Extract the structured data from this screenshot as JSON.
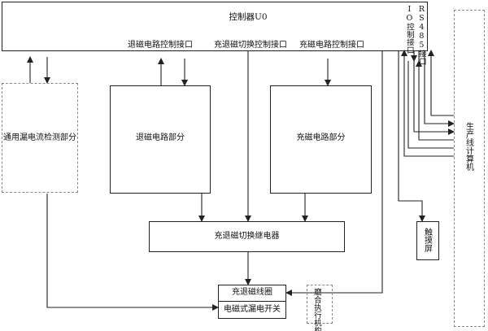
{
  "controller": {
    "title": "控制器U0",
    "ports": {
      "demag_ctrl": "退磁电路控制接口",
      "switch_ctrl": "充退磁切换控制接口",
      "mag_ctrl": "充磁电路控制接口",
      "io_ctrl": "IO控制接口",
      "rs485": "RS485接口"
    }
  },
  "blocks": {
    "leak_detect": "通用漏电流检测部分",
    "demag_circuit": "退磁电路部分",
    "mag_circuit": "充磁电路部分",
    "relay": "充退磁切换继电器",
    "coil": "充退磁线圈",
    "breaker": "电磁式漏电开关",
    "actuator": "磨合执行机构",
    "touch_screen": "触摸屏",
    "mes_pc": "生产线计算机"
  }
}
